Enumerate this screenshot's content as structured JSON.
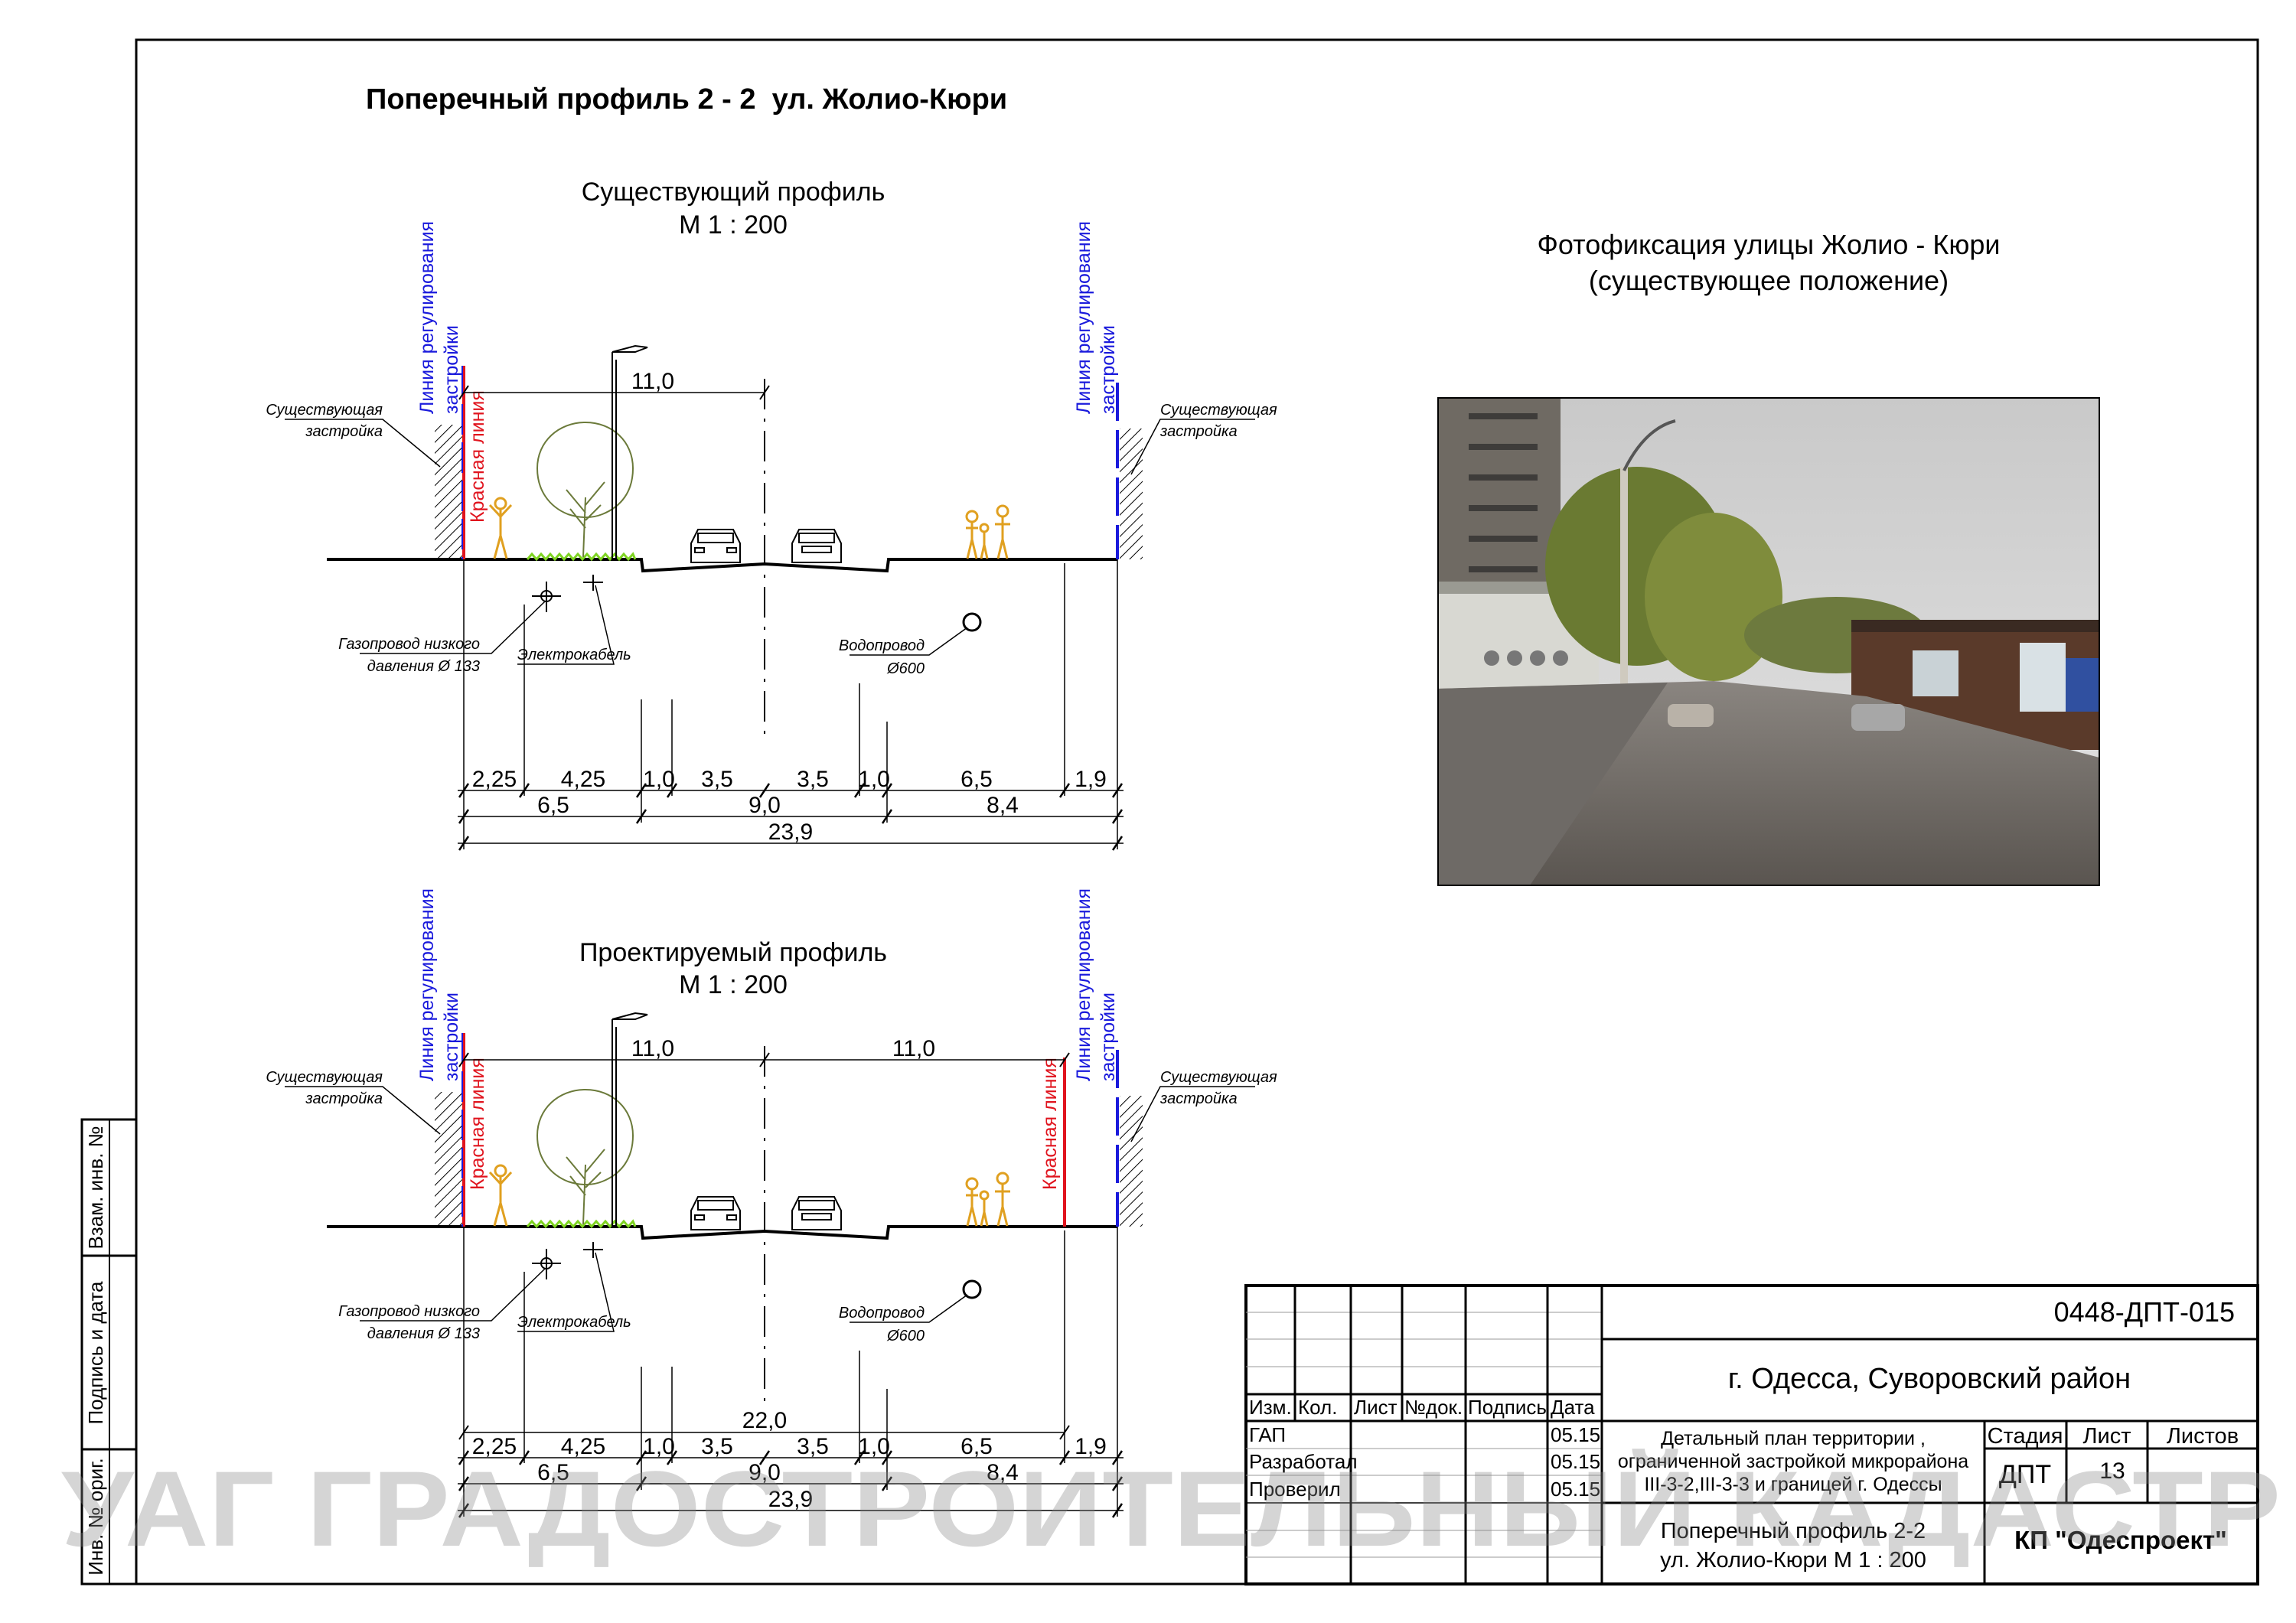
{
  "sheet": {
    "title": "Поперечный профиль 2 - 2  ул. Жолио-Кюри"
  },
  "profiles": [
    {
      "title": "Существующий профиль",
      "scale": "М 1 : 200"
    },
    {
      "title": "Проектируемый профиль",
      "scale": "М 1 : 200"
    }
  ],
  "labels": {
    "existing_building": [
      "Существующая",
      "застройка"
    ],
    "regulation_line": [
      "Линия регулирования",
      "застройки"
    ],
    "red_line": "Красная линия",
    "gas": [
      "Газопровод низкого",
      "давления Ø 133"
    ],
    "cable": "Электрокабель",
    "water": [
      "Водопровод",
      "Ø600"
    ]
  },
  "dims": {
    "top_left": "11,0",
    "top_right": "11,0",
    "row1": [
      "2,25",
      "4,25",
      "1,0",
      "3,5",
      "3,5",
      "1,0",
      "6,5",
      "1,9"
    ],
    "row2": [
      "6,5",
      "9,0",
      "8,4"
    ],
    "total": "23,9",
    "red_lines": "22,0"
  },
  "photo": {
    "caption": [
      "Фотофиксация улицы Жолио - Кюри",
      "(существующее положение)"
    ]
  },
  "stamp": {
    "items": [
      "Взам. инв. №",
      "Подпись и дата",
      "Инв. № ориг."
    ]
  },
  "titleblock": {
    "code": "0448-ДПТ-015",
    "city": "г. Одесса, Суворовский район",
    "headers": [
      "Изм.",
      "Кол.",
      "Лист",
      "№док.",
      "Подпись",
      "Дата"
    ],
    "roles": [
      {
        "role": "ГАП",
        "date": "05.15"
      },
      {
        "role": "Разработал",
        "date": "05.15"
      },
      {
        "role": "Проверил",
        "date": "05.15"
      }
    ],
    "project": [
      "Детальный план территории ,",
      "ограниченной застройкой микрорайона",
      "III-3-2,III-3-3 и границей г. Одессы"
    ],
    "sheet_name": [
      "Поперечный профиль 2-2",
      "ул. Жолио-Кюри М 1 : 200"
    ],
    "stage_label": "Стадия",
    "sheet_label": "Лист",
    "sheets_label": "Листов",
    "stage": "ДПТ",
    "sheet_no": "13",
    "company": "КП \"Одеспроект\""
  },
  "watermark": "УАГ ГРАДОСТРОИТЕЛЬНЫЙ КАДАСТР",
  "colors": {
    "red_line": "#e0141e",
    "regulation_line": "#1a1adc",
    "grass": "#7ed321",
    "people": "#e0a020",
    "tree": "#6b7a3a"
  }
}
